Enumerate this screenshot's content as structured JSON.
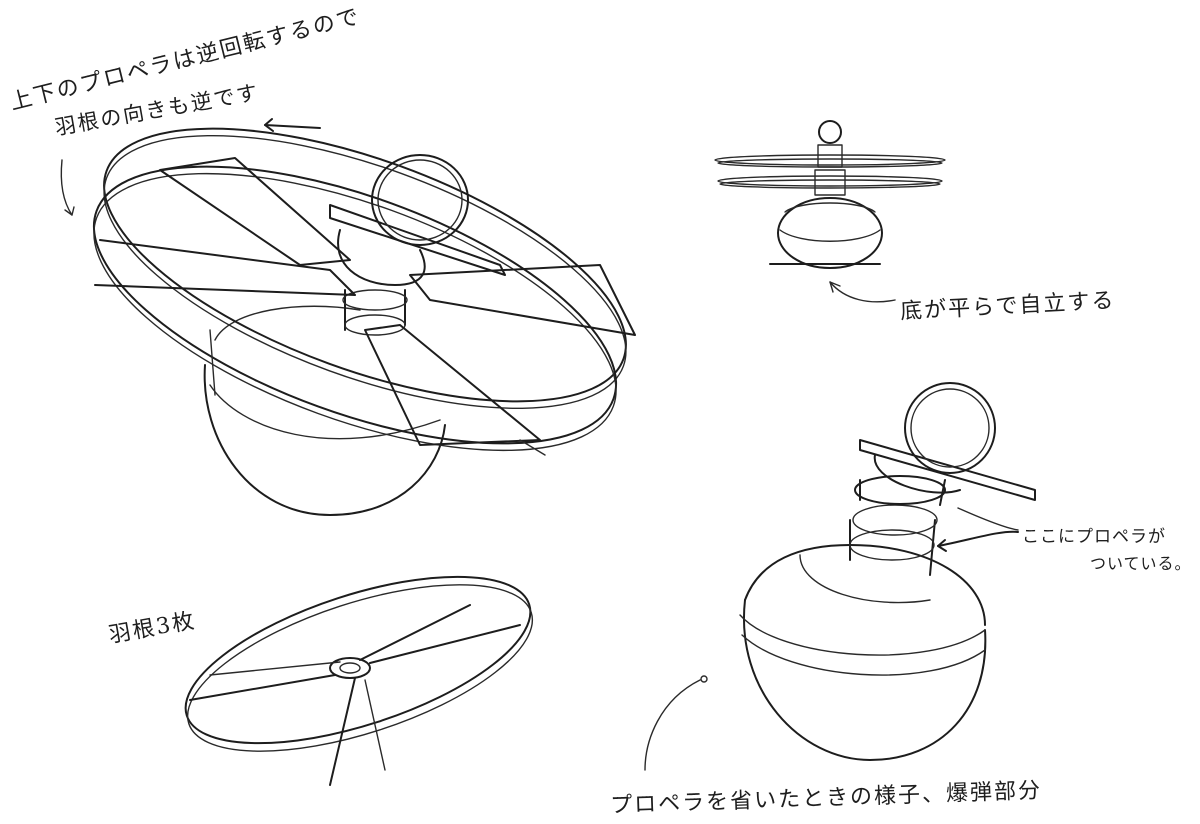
{
  "annotations": {
    "rotation_note_line1": "上下のプロペラは逆回転するので",
    "rotation_note_line2": "羽根の向きも逆です",
    "flat_bottom_note": "底が平らで自立する",
    "propeller_attach_line1": "ここにプロペラが",
    "propeller_attach_line2": "ついている。",
    "three_blades_note": "羽根3枚",
    "bomb_part_note": "プロペラを省いたときの様子、爆弾部分"
  }
}
